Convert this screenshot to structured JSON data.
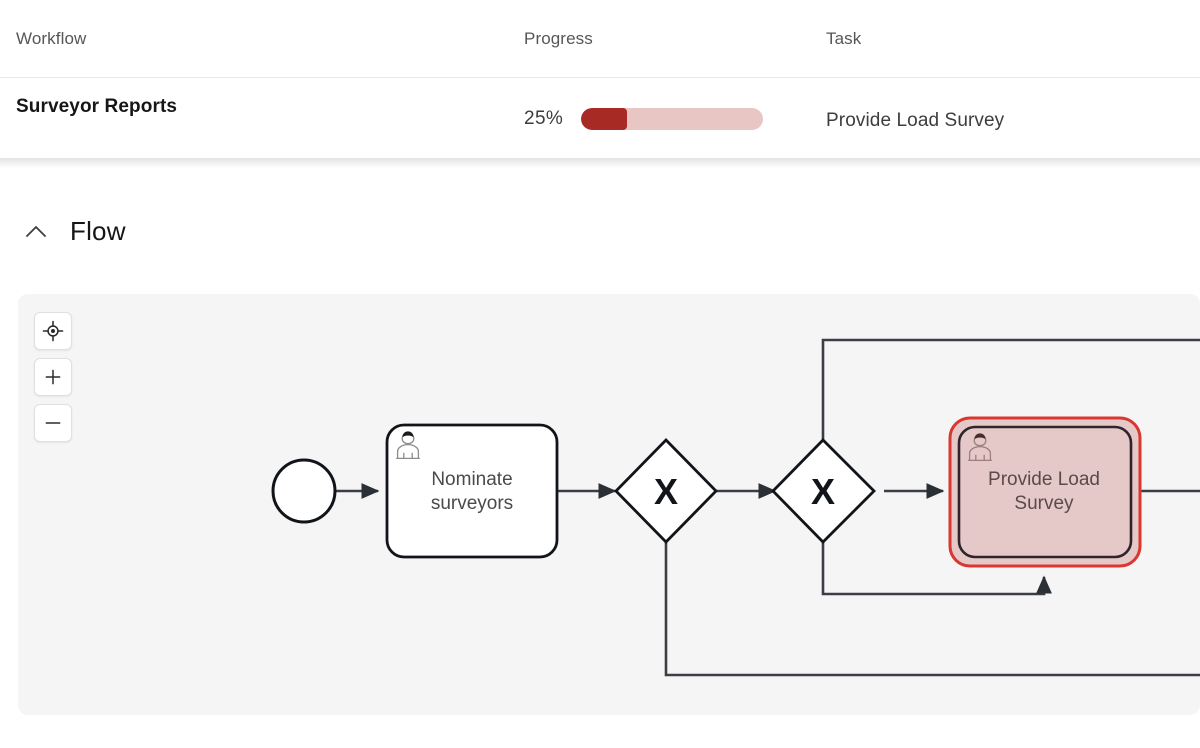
{
  "table": {
    "columns": [
      "Workflow",
      "Progress",
      "Task"
    ],
    "rows": [
      {
        "workflow": "Surveyor Reports",
        "progress_percent_label": "25%",
        "progress_value": 25,
        "task": "Provide Load Survey"
      }
    ]
  },
  "flow": {
    "title": "Flow",
    "collapse_icon": "chevron-up-icon",
    "expanded": true,
    "zoom_controls": [
      {
        "name": "fit-to-view-button",
        "icon": "crosshair-target-icon",
        "label": ""
      },
      {
        "name": "zoom-in-button",
        "icon": "plus-icon",
        "label": "+"
      },
      {
        "name": "zoom-out-button",
        "icon": "minus-icon",
        "label": "−"
      }
    ],
    "diagram": {
      "type": "bpmn",
      "nodes": [
        {
          "id": "start",
          "kind": "start-event",
          "label": ""
        },
        {
          "id": "nominate",
          "kind": "user-task",
          "label": "Nominate surveyors",
          "icon": "user-task-icon",
          "highlighted": false
        },
        {
          "id": "gw1",
          "kind": "exclusive-gateway",
          "label": "X"
        },
        {
          "id": "gw2",
          "kind": "exclusive-gateway",
          "label": "X"
        },
        {
          "id": "provide",
          "kind": "user-task",
          "label": "Provide Load Survey",
          "icon": "user-task-icon",
          "highlighted": true
        }
      ]
    }
  },
  "colors": {
    "progress_fill": "#a82a25",
    "progress_track": "#e7c6c4",
    "highlight_fill": "#e5c8c8",
    "highlight_border": "#d9372f",
    "stroke": "#3b3f45",
    "canvas_bg": "#f5f5f5"
  }
}
